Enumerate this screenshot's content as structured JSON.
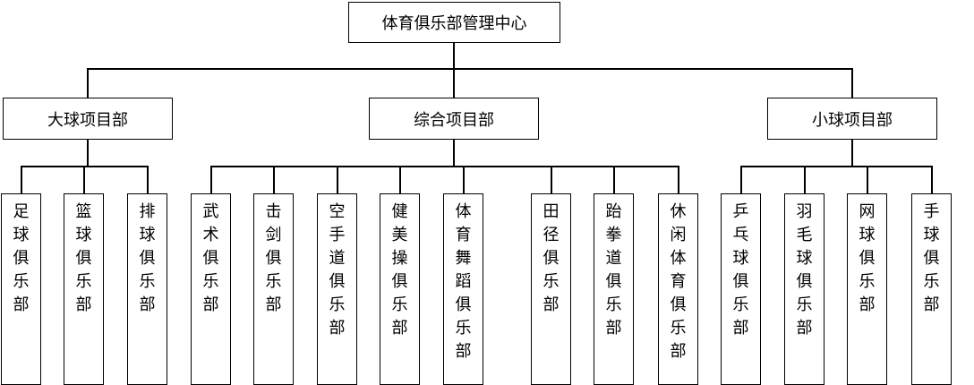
{
  "root": {
    "label": "体育俱乐部管理中心"
  },
  "departments": [
    {
      "label": "大球项目部",
      "clubs": [
        "足球俱乐部",
        "篮球俱乐部",
        "排球俱乐部"
      ]
    },
    {
      "label": "综合项目部",
      "clubs": [
        "武术俱乐部",
        "击剑俱乐部",
        "空手道俱乐部",
        "健美操俱乐部",
        "体育舞蹈俱乐部",
        "田径俱乐部",
        "跆拳道俱乐部",
        "休闲体育俱乐部"
      ]
    },
    {
      "label": "小球项目部",
      "clubs": [
        "乒乓球俱乐部",
        "羽毛球俱乐部",
        "网球俱乐部",
        "手球俱乐部"
      ]
    }
  ]
}
